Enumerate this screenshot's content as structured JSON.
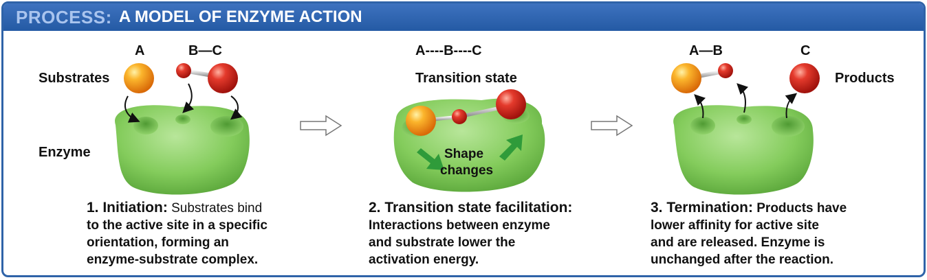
{
  "header": {
    "kicker": "PROCESS:",
    "title": "A MODEL OF ENZYME ACTION"
  },
  "panel1": {
    "label_a": "A",
    "label_bc": "B—C",
    "substrates": "Substrates",
    "enzyme": "Enzyme",
    "step_title": "1. Initiation:",
    "step_title_cont": "Substrates bind",
    "lines": [
      "to the active site in a specific",
      "orientation, forming an",
      "enzyme-substrate complex."
    ]
  },
  "panel2": {
    "label_abc": "A----B----C",
    "transition": "Transition state",
    "shape_line1": "Shape",
    "shape_line2": "changes",
    "step_title": "2. Transition state facilitation:",
    "lines": [
      "Interactions between enzyme",
      "and substrate lower the",
      "activation energy."
    ]
  },
  "panel3": {
    "label_ab": "A—B",
    "label_c": "C",
    "products": "Products",
    "step_title": "3. Termination:",
    "step_title_cont": "Products have",
    "lines": [
      "lower affinity for active site",
      "and are released. Enzyme is",
      "unchanged after the reaction."
    ]
  },
  "colors": {
    "header_blue": "#2f63a8",
    "enzyme_green": "#7fca5a",
    "atom_orange": "#f39a1b",
    "atom_red": "#d9241c"
  }
}
